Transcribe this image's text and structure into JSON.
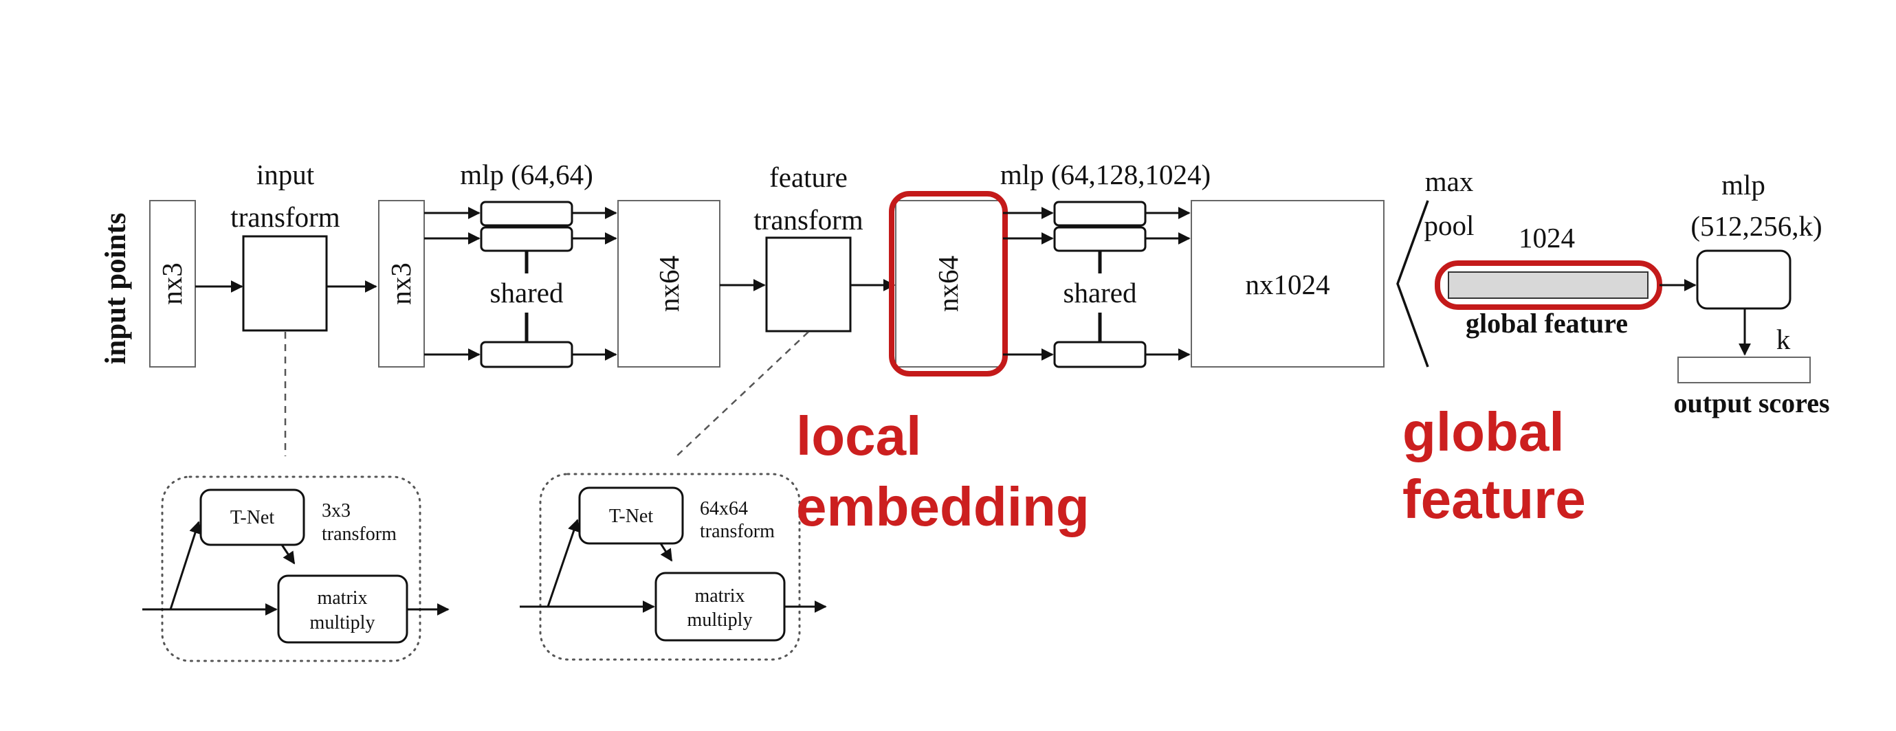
{
  "labels": {
    "input_points": "input points",
    "input_nx3": "nx3",
    "input_transform_line1": "input",
    "input_transform_line2": "transform",
    "transformed_nx3": "nx3",
    "mlp1": "mlp (64,64)",
    "shared1": "shared",
    "nx64_a": "nx64",
    "feature_transform_line1": "feature",
    "feature_transform_line2": "transform",
    "nx64_b": "nx64",
    "mlp2": "mlp (64,128,1024)",
    "shared2": "shared",
    "nx1024": "nx1024",
    "max_pool_line1": "max",
    "max_pool_line2": "pool",
    "dim_1024": "1024",
    "global_feature": "global feature",
    "mlp3_line1": "mlp",
    "mlp3_line2": "(512,256,k)",
    "k": "k",
    "output_scores": "output scores"
  },
  "tnet_input": {
    "tnet": "T-Net",
    "transform_line1": "3x3",
    "transform_line2": "transform",
    "matrix_line1": "matrix",
    "matrix_line2": "multiply"
  },
  "tnet_feature": {
    "tnet": "T-Net",
    "transform_line1": "64x64",
    "transform_line2": "transform",
    "matrix_line1": "matrix",
    "matrix_line2": "multiply"
  },
  "annotations": {
    "local_line1": "local",
    "local_line2": "embedding",
    "global_line1": "global",
    "global_line2": "feature"
  },
  "colors": {
    "highlight": "#c41a1a",
    "annotation_text": "#cc1f1f",
    "global_bar_fill": "#d8d8d8"
  }
}
